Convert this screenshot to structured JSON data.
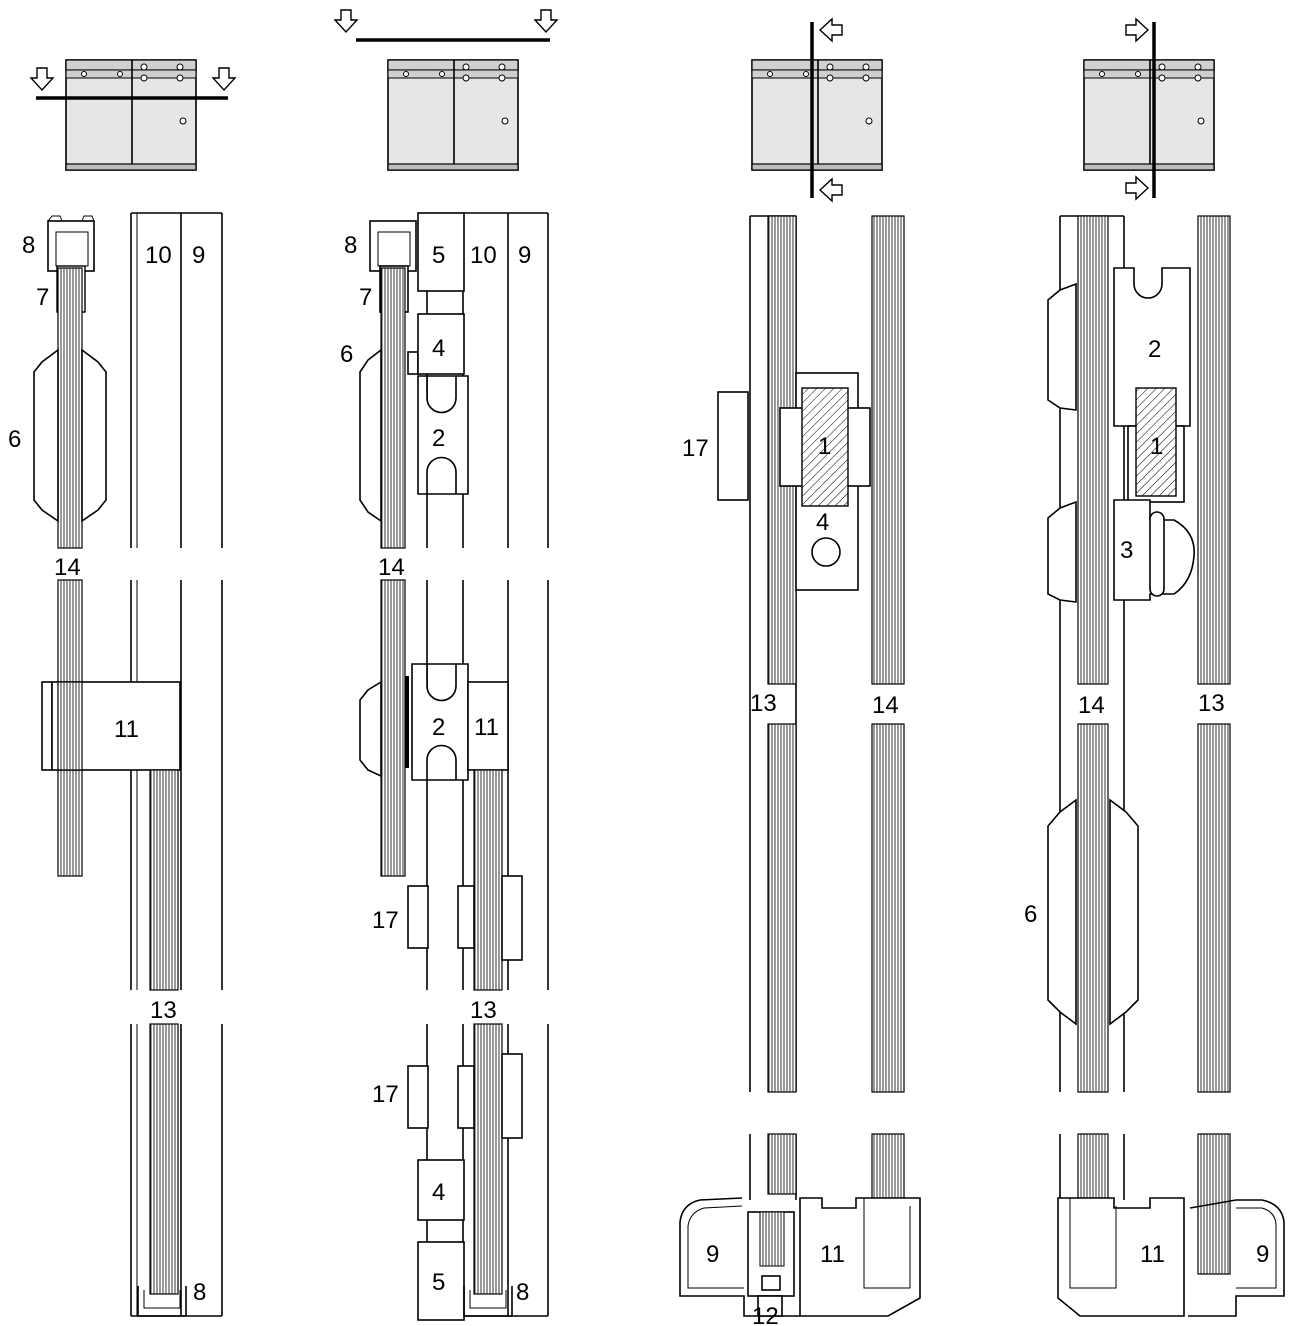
{
  "colors": {
    "line": "#000000",
    "panel_fill": "#e6e6e6",
    "background": "#ffffff"
  },
  "views": [
    {
      "id": "view-1",
      "labels": {
        "profile_8_top": "8",
        "profile_10": "10",
        "profile_9": "9",
        "seal_7": "7",
        "bumper_6": "6",
        "glass_14": "14",
        "carrier_11": "11",
        "glass_13": "13",
        "profile_8_bottom": "8"
      }
    },
    {
      "id": "view-2",
      "labels": {
        "profile_8": "8",
        "part_5_top": "5",
        "profile_10": "10",
        "profile_9": "9",
        "seal_7": "7",
        "part_4_top": "4",
        "bumper_6": "6",
        "part_2_top": "2",
        "glass_14": "14",
        "part_2_mid": "2",
        "carrier_11": "11",
        "part_17_a": "17",
        "glass_13": "13",
        "part_17_b": "17",
        "part_4_bottom": "4",
        "part_5_bottom": "5",
        "profile_8_bottom": "8"
      }
    },
    {
      "id": "view-3",
      "labels": {
        "part_17": "17",
        "part_1": "1",
        "part_4": "4",
        "glass_13": "13",
        "glass_14": "14",
        "profile_9": "9",
        "carrier_11": "11",
        "part_12": "12"
      }
    },
    {
      "id": "view-4",
      "labels": {
        "part_2": "2",
        "part_1": "1",
        "part_3": "3",
        "glass_14": "14",
        "glass_13": "13",
        "bumper_6": "6",
        "carrier_11": "11",
        "profile_9": "9"
      }
    }
  ]
}
